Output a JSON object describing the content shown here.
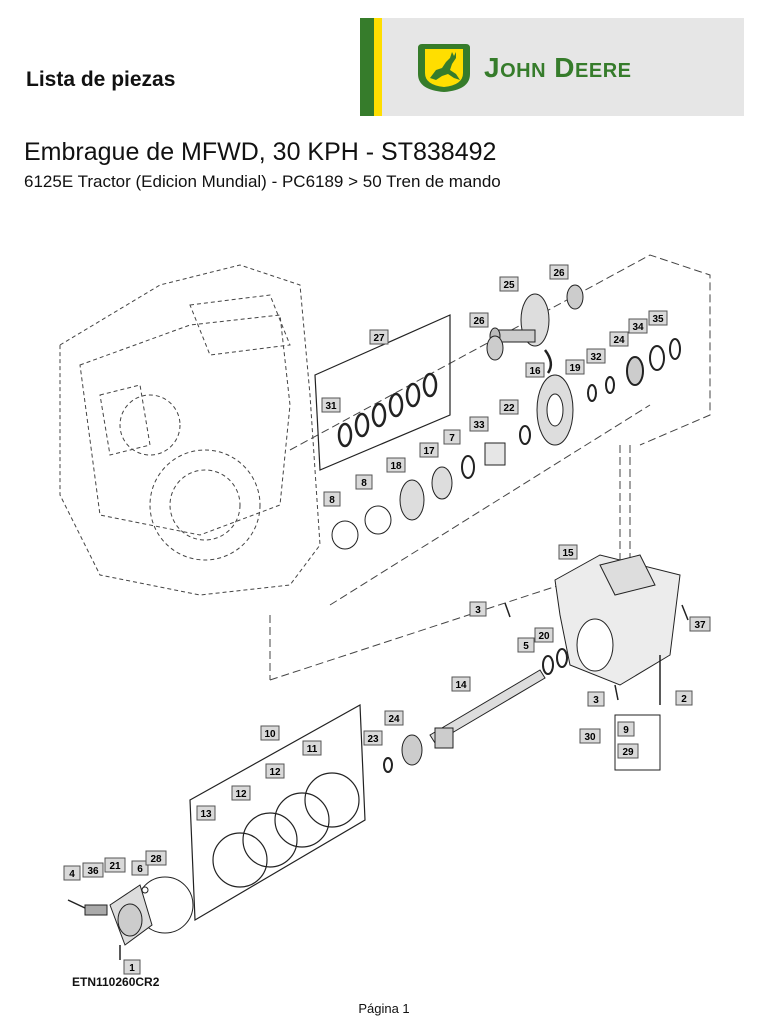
{
  "header": {
    "doc_type": "Lista de piezas",
    "brand": "John Deere"
  },
  "title": "Embrague de MFWD, 30 KPH - ST838492",
  "subtitle": "6125E Tractor (Edicion Mundial) - PC6189 > 50 Tren de mando",
  "figure": {
    "code": "ETN110260CR2",
    "callouts": [
      "25",
      "26",
      "26",
      "27",
      "31",
      "16",
      "19",
      "32",
      "24",
      "34",
      "35",
      "22",
      "33",
      "7",
      "17",
      "18",
      "8",
      "8",
      "15",
      "3",
      "37",
      "5",
      "20",
      "14",
      "24",
      "23",
      "3",
      "2",
      "30",
      "9",
      "29",
      "10",
      "11",
      "12",
      "12",
      "13",
      "4",
      "36",
      "21",
      "6",
      "28",
      "1"
    ]
  },
  "footer": {
    "page": "Página 1"
  }
}
